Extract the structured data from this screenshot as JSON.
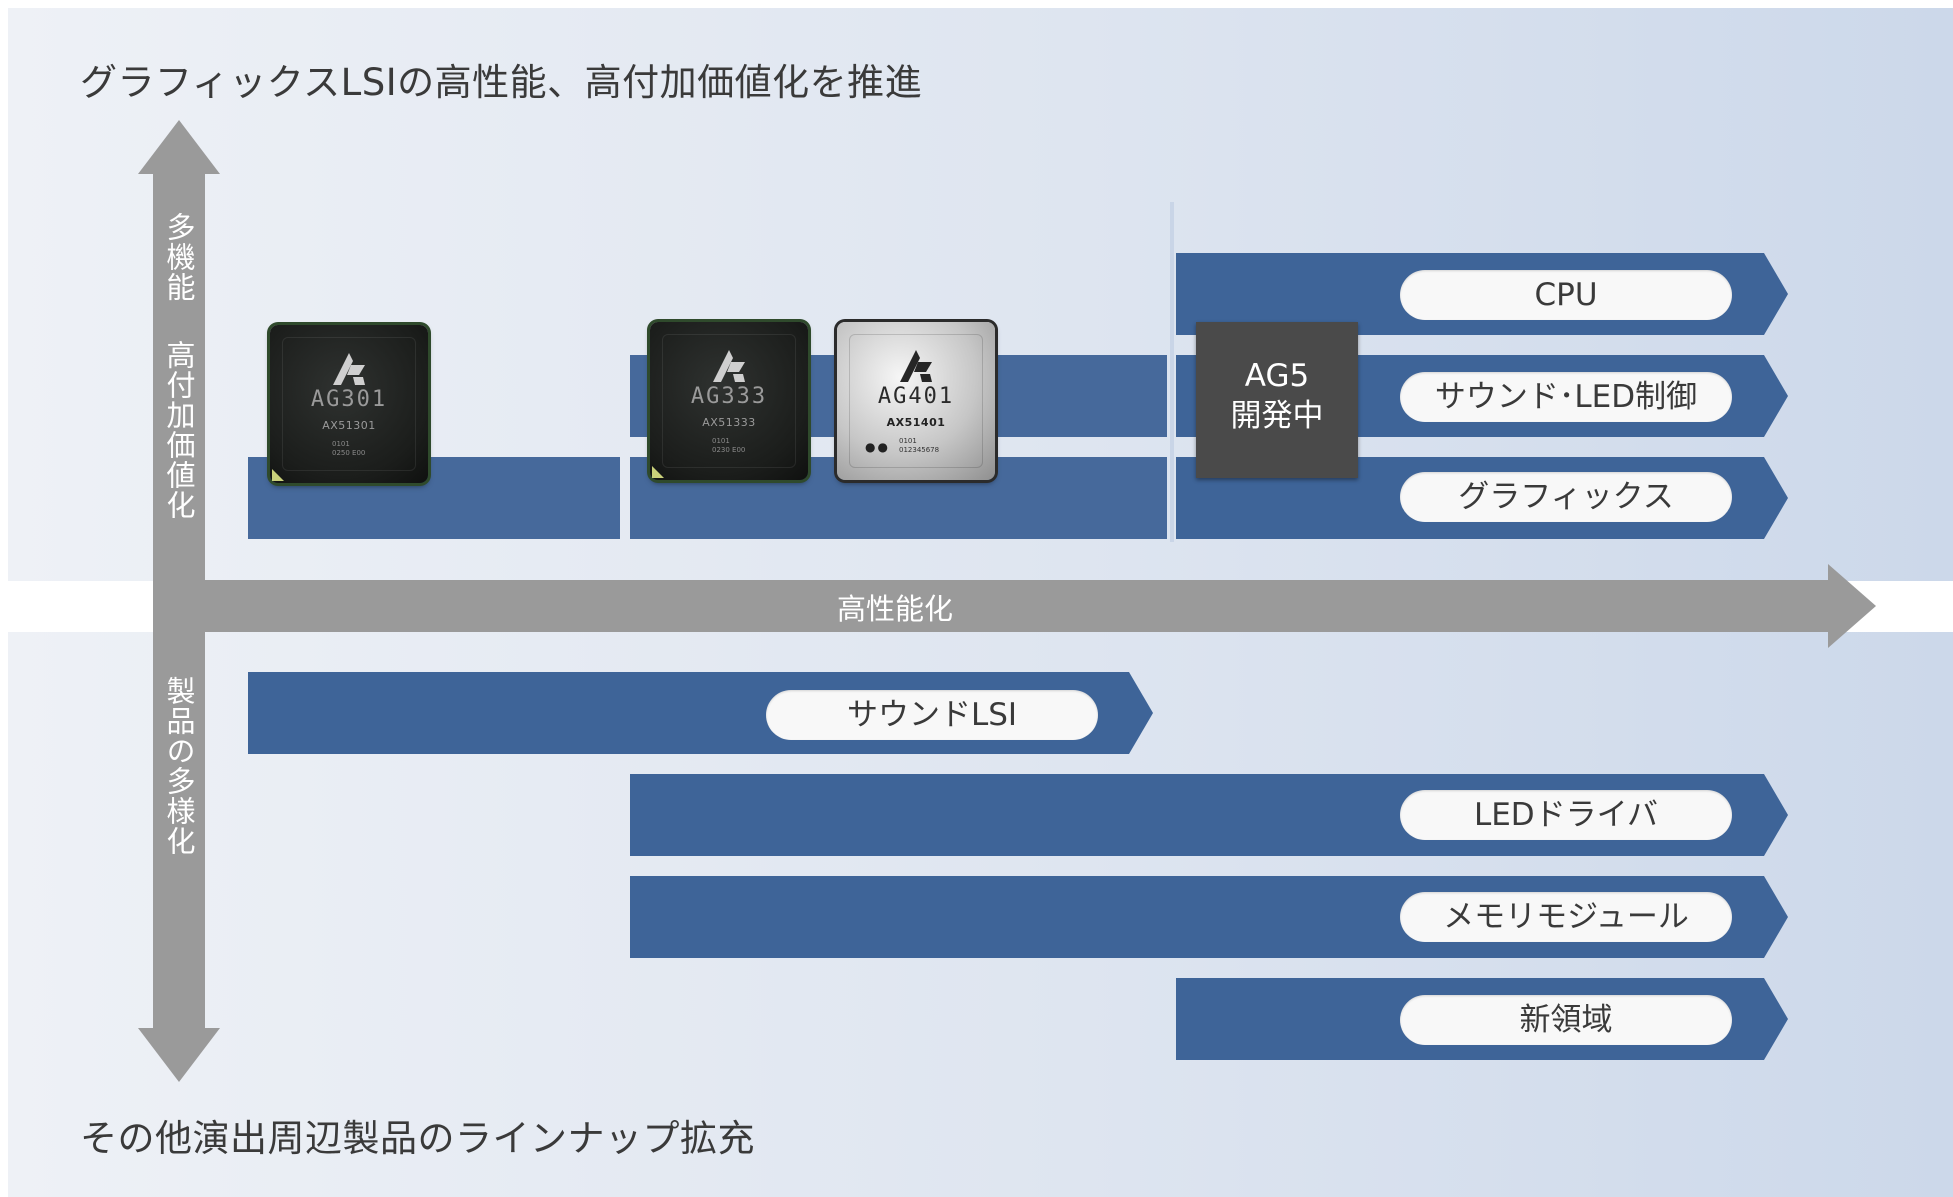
{
  "headings": {
    "top": "グラフィックスLSIの高性能、高付加価値化を推進",
    "bottom": "その他演出周辺製品のラインナップ拡充"
  },
  "axes": {
    "horizontal_label": "高性能化",
    "vertical_top_label_1": "多機能",
    "vertical_top_label_2": "高付加価値化",
    "vertical_bottom_label": "製品の多様化"
  },
  "chips": [
    {
      "logo_text": "AG301",
      "part": "AX51301",
      "code": "0101\n0250 E00",
      "finish": "dark"
    },
    {
      "logo_text": "AG333",
      "part": "AX51333",
      "code": "0101\n0230 E00",
      "finish": "dark"
    },
    {
      "logo_text": "AG401",
      "part": "AX51401",
      "code": "0101\n012345678",
      "finish": "silver"
    }
  ],
  "ag5": {
    "line1": "AG5",
    "line2": "開発中"
  },
  "upper_pills": [
    "CPU",
    "サウンド･LED制御",
    "グラフィックス"
  ],
  "lower_pills": [
    "サウンドLSI",
    "LEDドライバ",
    "メモリモジュール",
    "新領域"
  ],
  "colors": {
    "bar": "#46699b",
    "axis": "#9a9a9a",
    "pill": "#f8f8f8",
    "ag5_box": "#4a4a4a"
  }
}
